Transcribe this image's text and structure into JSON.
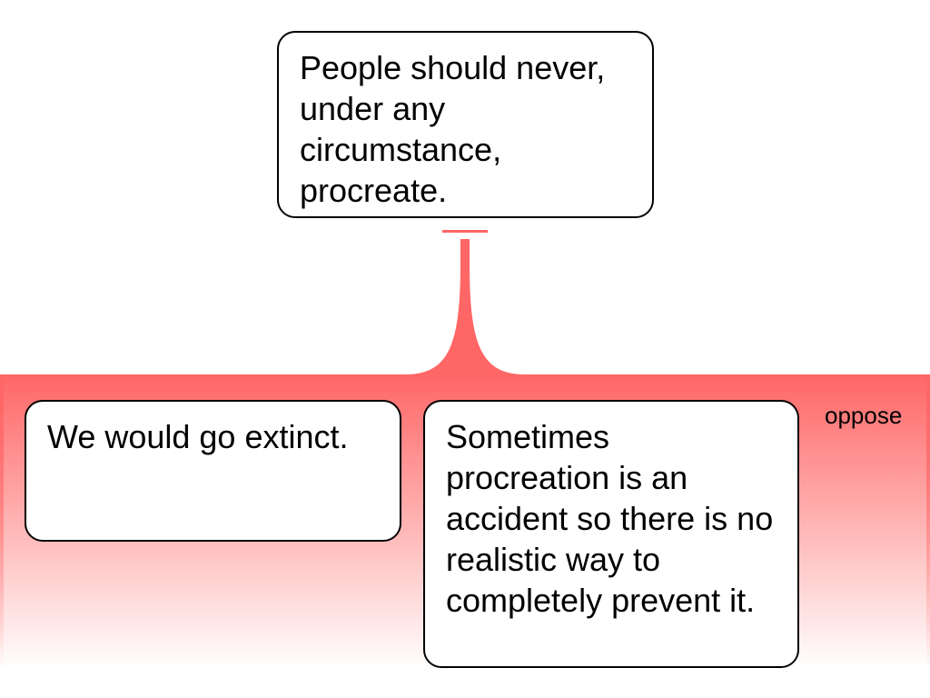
{
  "claim": {
    "text": "People should never, under any circumstance, procreate."
  },
  "objection_group": {
    "label": "oppose",
    "color": "#ff6666"
  },
  "reasons": [
    {
      "text": "We would go extinct."
    },
    {
      "text": "Sometimes procreation is an accident so there is no realistic way to completely prevent it."
    }
  ]
}
